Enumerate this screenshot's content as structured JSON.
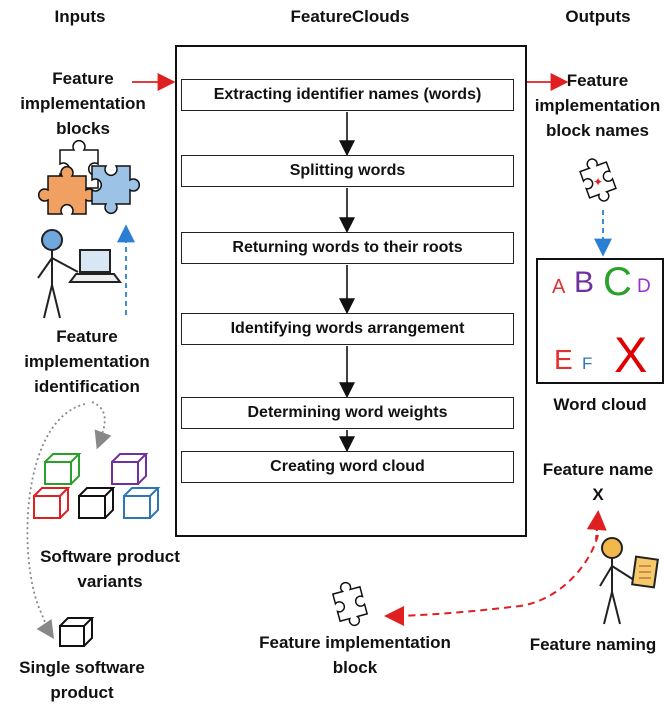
{
  "headers": {
    "inputs": "Inputs",
    "featureclouds": "FeatureClouds",
    "outputs": "Outputs"
  },
  "inputs": {
    "blocks_label": [
      "Feature",
      "implementation",
      "blocks"
    ],
    "identification_label": [
      "Feature",
      "implementation",
      "identification"
    ],
    "variants_label": [
      "Software product",
      "variants"
    ],
    "single_label": [
      "Single software",
      "product"
    ]
  },
  "steps": [
    "Extracting  identifier names (words)",
    "Splitting words",
    "Returning words to their roots",
    "Identifying words arrangement",
    "Determining word weights",
    "Creating word cloud"
  ],
  "outputs": {
    "block_names_label": [
      "Feature",
      "implementation",
      "block names"
    ],
    "word_cloud_label": "Word cloud",
    "word_cloud_letters": [
      {
        "text": "A",
        "color": "#e03030"
      },
      {
        "text": "B",
        "color": "#7030a0"
      },
      {
        "text": "C",
        "color": "#2ca02c"
      },
      {
        "text": "D",
        "color": "#9933cc"
      },
      {
        "text": "E",
        "color": "#e03030"
      },
      {
        "text": "F",
        "color": "#2e75b6"
      },
      {
        "text": "X",
        "color": "#e00000"
      }
    ]
  },
  "naming": {
    "feature_name_label": "Feature name",
    "feature_name_value": "X",
    "feature_naming_label": "Feature naming",
    "block_label": [
      "Feature implementation",
      "block"
    ]
  },
  "colors": {
    "arrow_red": "#e02020",
    "arrow_blue": "#2a7fd4",
    "cube_green": "#2ca02c",
    "cube_purple": "#7030a0",
    "cube_red": "#e02020",
    "cube_black": "#111111",
    "cube_blue": "#2e75b6",
    "puzzle_orange": "#f0a060",
    "puzzle_blue": "#9cc3e6"
  }
}
